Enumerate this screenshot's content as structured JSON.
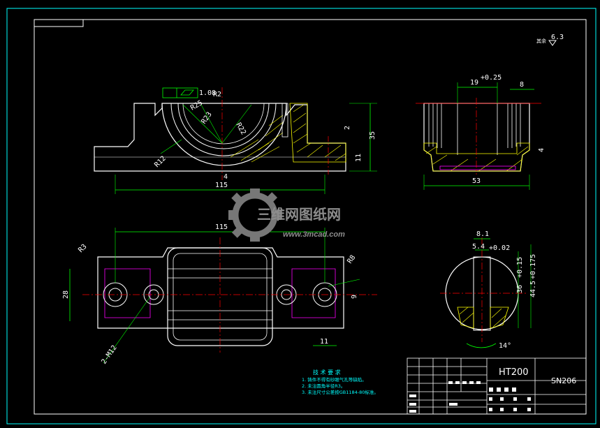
{
  "drawing": {
    "material": "HT200",
    "part_code": "SN206",
    "roughness_note": "6.3",
    "tech_req_title": "技 术 要 求",
    "tech_req_items": [
      "1. 铸件不得有砂眼气孔等缺陷。",
      "2. 未注圆角半径R3。",
      "3. 未注尺寸公差按GB1184-80标准。"
    ]
  },
  "dimensions": {
    "front": {
      "width": "115",
      "height": "35",
      "r25": "R25",
      "r23": "R23",
      "r22": "R22",
      "r12": "R12",
      "r2": "R2",
      "d2": "2",
      "d11": "11",
      "tol": "1.08",
      "d4": "4"
    },
    "side": {
      "top": "19",
      "top_tol": "+0.25",
      "d8": "8",
      "bottom": "53",
      "d4": "4"
    },
    "top": {
      "width": "115",
      "r3": "R3",
      "r8": "R8",
      "h28": "28",
      "d9": "9",
      "d11": "11",
      "holes": "2-M12"
    },
    "detail": {
      "d81": "8.1",
      "d54": "5.4",
      "d54_tol": "+0.02",
      "d36": "36",
      "d36_tol": "+0.15",
      "d445": "44.5",
      "d445_tol": "+0.175",
      "angle": "14°"
    }
  },
  "watermark": {
    "brand": "三维网图纸网",
    "url": "www.3mcad.com"
  },
  "colors": {
    "outline": "#ffffff",
    "dimension": "#00ff00",
    "centerline": "#ff0000",
    "hatch": "#ffff00",
    "frame": "#00ffff",
    "hidden": "#ff00ff"
  }
}
